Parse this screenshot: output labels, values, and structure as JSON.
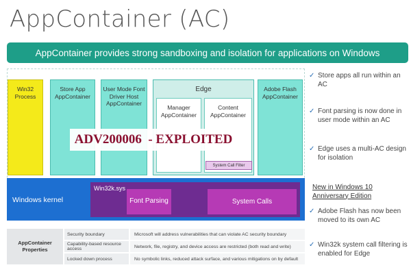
{
  "title": "AppContainer (AC)",
  "banner": "AppContainer provides strong sandboxing and isolation for applications on Windows",
  "boxes": {
    "win32": "Win32 Process",
    "store_app": "Store App AppContainer",
    "font_driver": "User Mode Font Driver Host AppContainer",
    "edge": "Edge",
    "manager": "Manager AppContainer",
    "content": "Content AppContainer",
    "system_call_filter": "System Call Filter",
    "adobe_flash": "Adobe Flash AppContainer"
  },
  "overlay_text": "ADV200006  - EXPLOITED",
  "kernel": {
    "label": "Windows kernel",
    "win32k": "Win32k.sys",
    "font_parsing": "Font Parsing",
    "system_calls": "System Calls"
  },
  "properties": {
    "label": "AppContainer Properties",
    "rows": [
      {
        "name": "Security boundary",
        "desc": "Microsoft will address vulnerabilities that can violate AC security boundary"
      },
      {
        "name": "Capability-based resource access",
        "desc": "Network, file, registry, and device access are restricted (both read and write)"
      },
      {
        "name": "Locked down process",
        "desc": "No symbolic links, reduced attack surface, and various mitigations on by default"
      }
    ]
  },
  "bullets": [
    "Store apps all run within an AC",
    "Font parsing is now done in user mode within an AC",
    "Edge uses a multi-AC design for isolation"
  ],
  "new_heading": "New in Windows 10 Anniversary Edition",
  "new_bullets": [
    "Adobe Flash has now been moved to its own AC",
    "Win32k system call filtering is enabled for Edge"
  ],
  "colors": {
    "banner": "#1e9e88",
    "win32_process": "#f4ea1a",
    "appcontainer": "#7fe3d6",
    "kernel": "#1d6fd1",
    "win32k": "#6e2c91",
    "kernel_component": "#b63ab5",
    "exploited_text": "#8a1030"
  }
}
